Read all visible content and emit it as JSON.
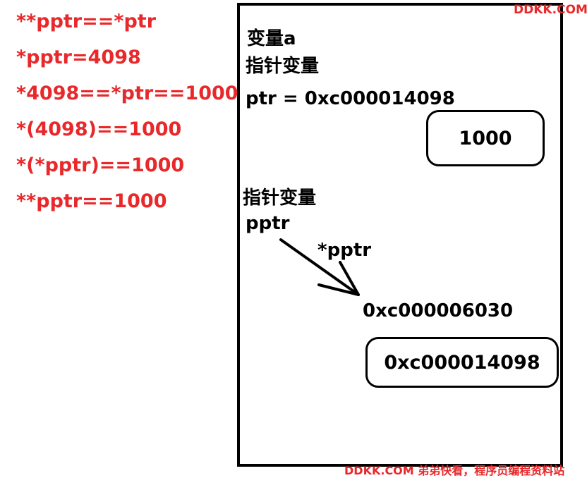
{
  "left_equations": [
    "**pptr==*ptr",
    "*pptr=4098",
    "*4098==*ptr==1000",
    "*(4098)==1000",
    "*(*pptr)==1000",
    "**pptr==1000"
  ],
  "diagram": {
    "var_a_label": "变量a",
    "pointer_label_1": "指针变量",
    "ptr_line": "ptr  =  0xc000014098",
    "value_box": "1000",
    "pointer_label_2": "指针变量",
    "pptr_label": "pptr",
    "deref_label": "*pptr",
    "address_label": "0xc000006030",
    "address_box": "0xc000014098"
  },
  "watermark": {
    "top": "DDKK.COM",
    "bottom": "DDKK.COM 弟弟快看，程序员编程资料站"
  },
  "colors": {
    "accent_red": "#e8282a",
    "ink": "#000000"
  }
}
